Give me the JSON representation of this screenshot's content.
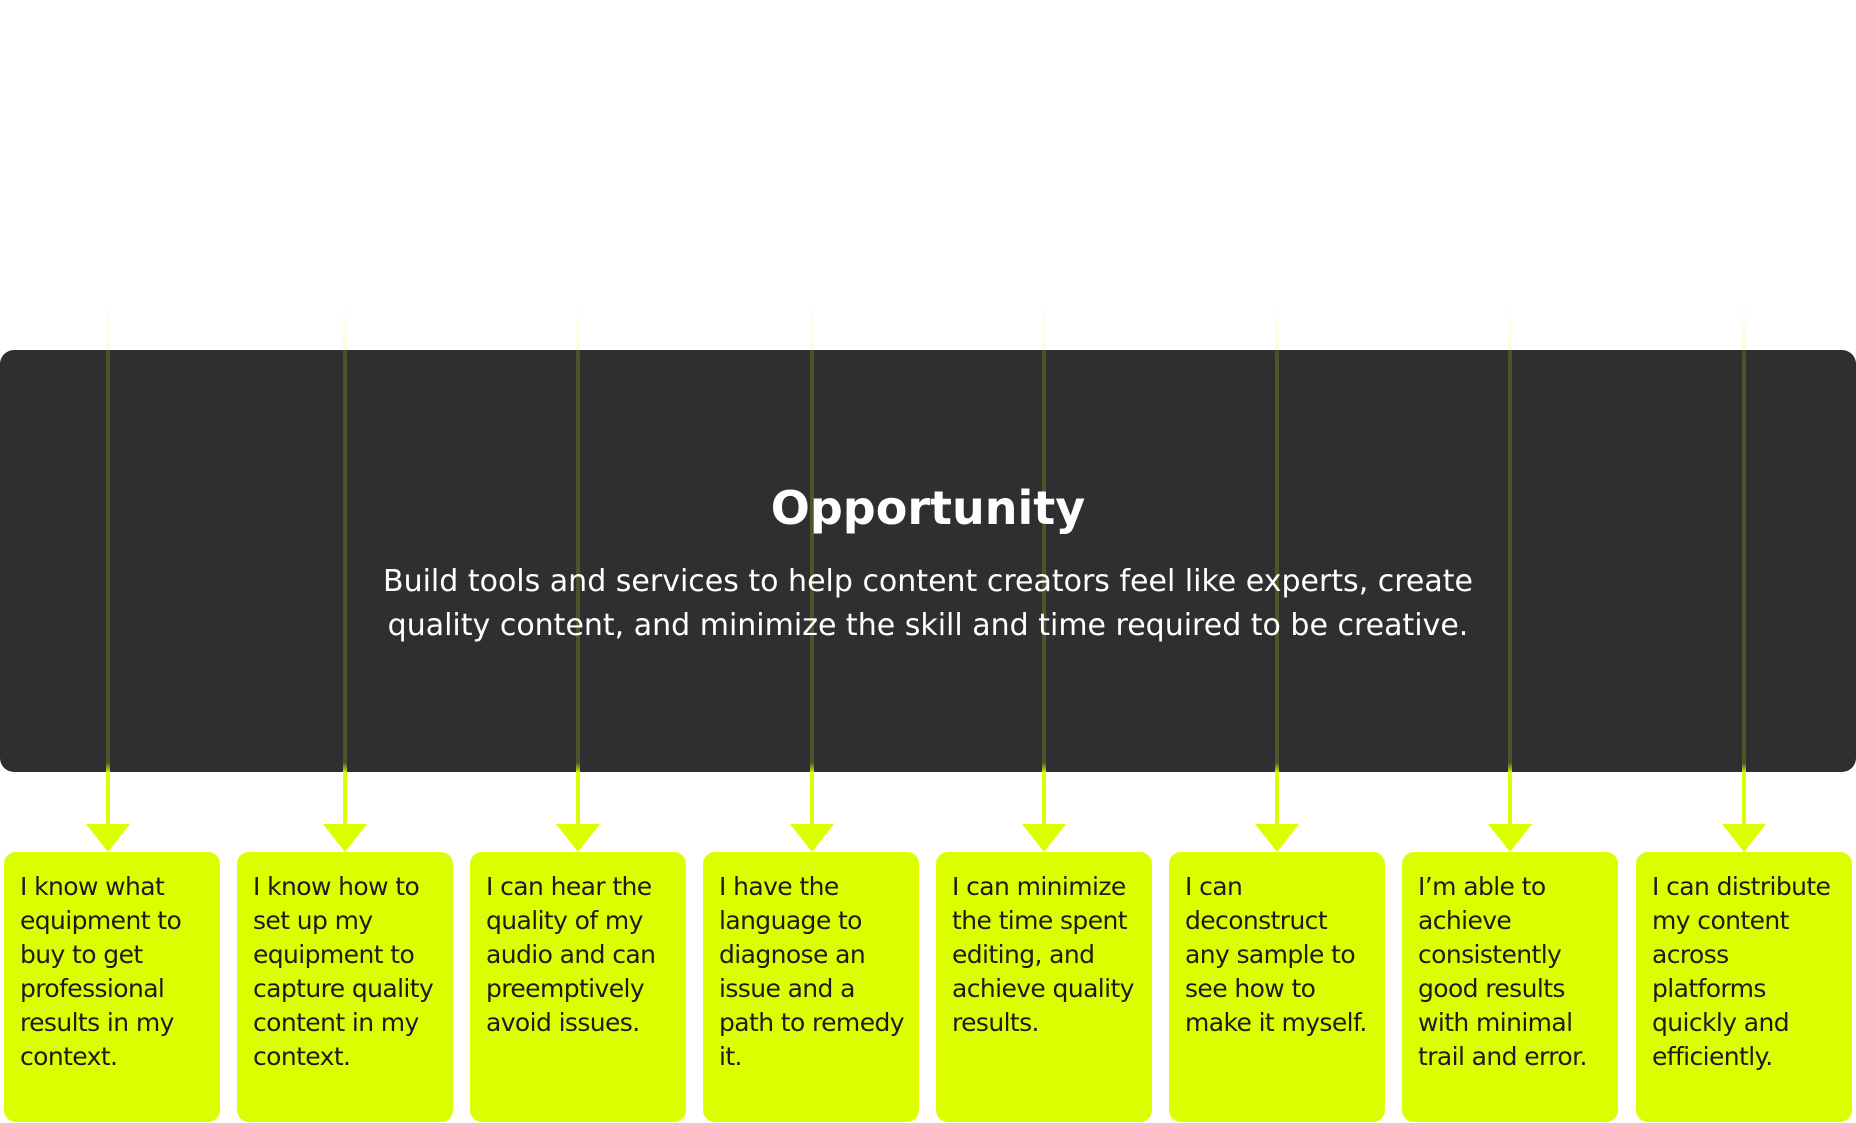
{
  "opportunity": {
    "title": "Opportunity",
    "description": "Build tools and services to help content creators feel like experts, create quality content, and minimize the skill and time required to be creative."
  },
  "outcomes": [
    {
      "text": "I know what equipment to buy to get professional results in my context."
    },
    {
      "text": "I know how to set up my equipment to capture quality content in my context."
    },
    {
      "text": "I can hear the quality of my audio and can preemptively avoid issues."
    },
    {
      "text": "I have the language to diagnose an issue and a path to remedy it."
    },
    {
      "text": "I can minimize the time spent editing, and achieve quality results."
    },
    {
      "text": "I can deconstruct any sample to see how to make it myself."
    },
    {
      "text": "I’m able to achieve consistently good results with minimal trail and error."
    },
    {
      "text": "I can distribute my content across platforms quickly and efficiently."
    }
  ],
  "colors": {
    "banner_background": "#2e2f31",
    "accent": "#dcff00",
    "banner_text": "#ffffff",
    "card_text": "#1c1c1c"
  }
}
